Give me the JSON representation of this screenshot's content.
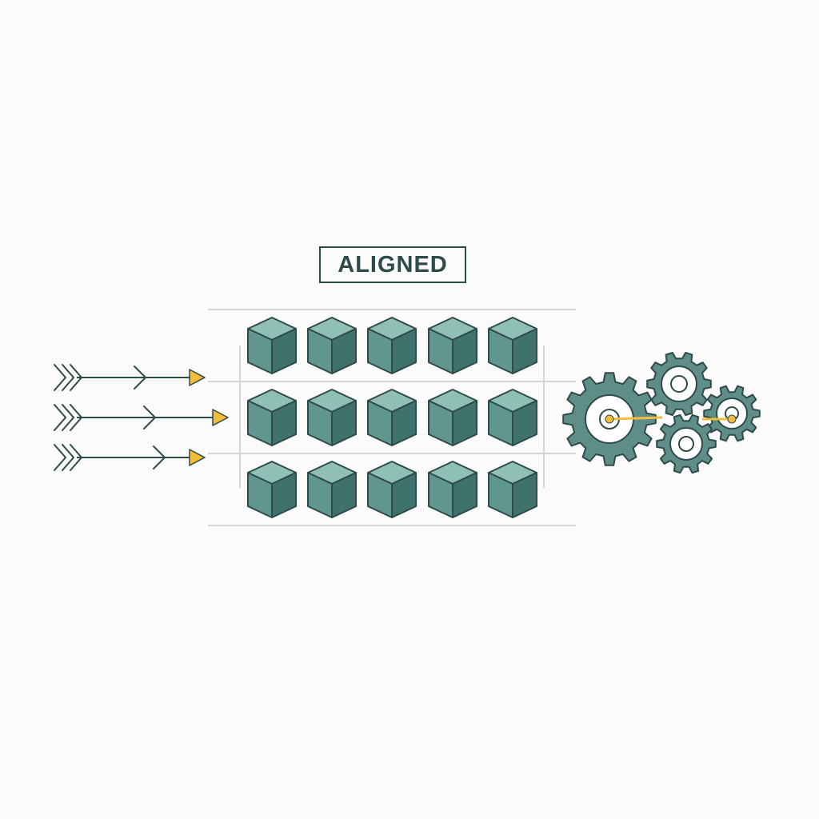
{
  "title": "ALIGNED",
  "colors": {
    "background": "#fafbfa",
    "outline": "#2f4a4a",
    "cube_top": "#8fbfb5",
    "cube_left": "#5f9690",
    "cube_right": "#3f716d",
    "gear": "#5f8e88",
    "accent": "#f2bd3a",
    "grid_line": "#d2d6d6"
  },
  "icons": [
    "chevron-arrow-icon",
    "cube-icon",
    "gear-icon"
  ],
  "blocks": {
    "rows": 3,
    "columns": 5
  }
}
